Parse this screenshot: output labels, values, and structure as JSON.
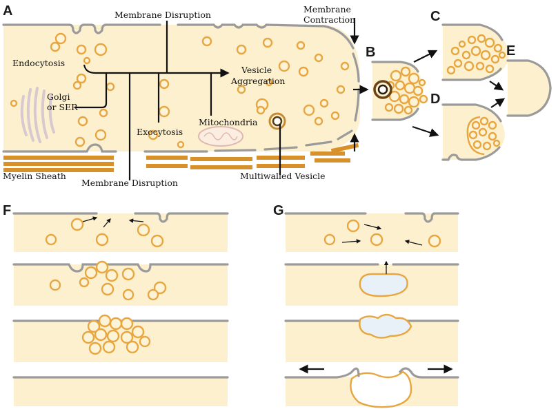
{
  "panels": {
    "A": "A",
    "B": "B",
    "C": "C",
    "D": "D",
    "E": "E",
    "F": "F",
    "G": "G"
  },
  "labels": {
    "membrane_disruption_top": "Membrane Disruption",
    "membrane_contraction_line1": "Membrane",
    "membrane_contraction_line2": "Contraction",
    "endocytosis": "Endocytosis",
    "vesicle_aggregation_line1": "Vesicle",
    "vesicle_aggregation_line2": "Aggregation",
    "golgi_line1": "Golgi",
    "golgi_line2": "or SER",
    "exocytosis": "Exocytosis",
    "mitochondria": "Mitochondria",
    "myelin_sheath": "Myelin Sheath",
    "membrane_disruption_bottom": "Membrane Disruption",
    "multiwalled_vesicle": "Multiwalled Vesicle"
  },
  "colors": {
    "axoplasm": "#fdf0cf",
    "membrane": "#9a9a9a",
    "vesicle_stroke": "#e8a640",
    "myelin": "#d8902a",
    "cavity": "#e9f1f8"
  }
}
